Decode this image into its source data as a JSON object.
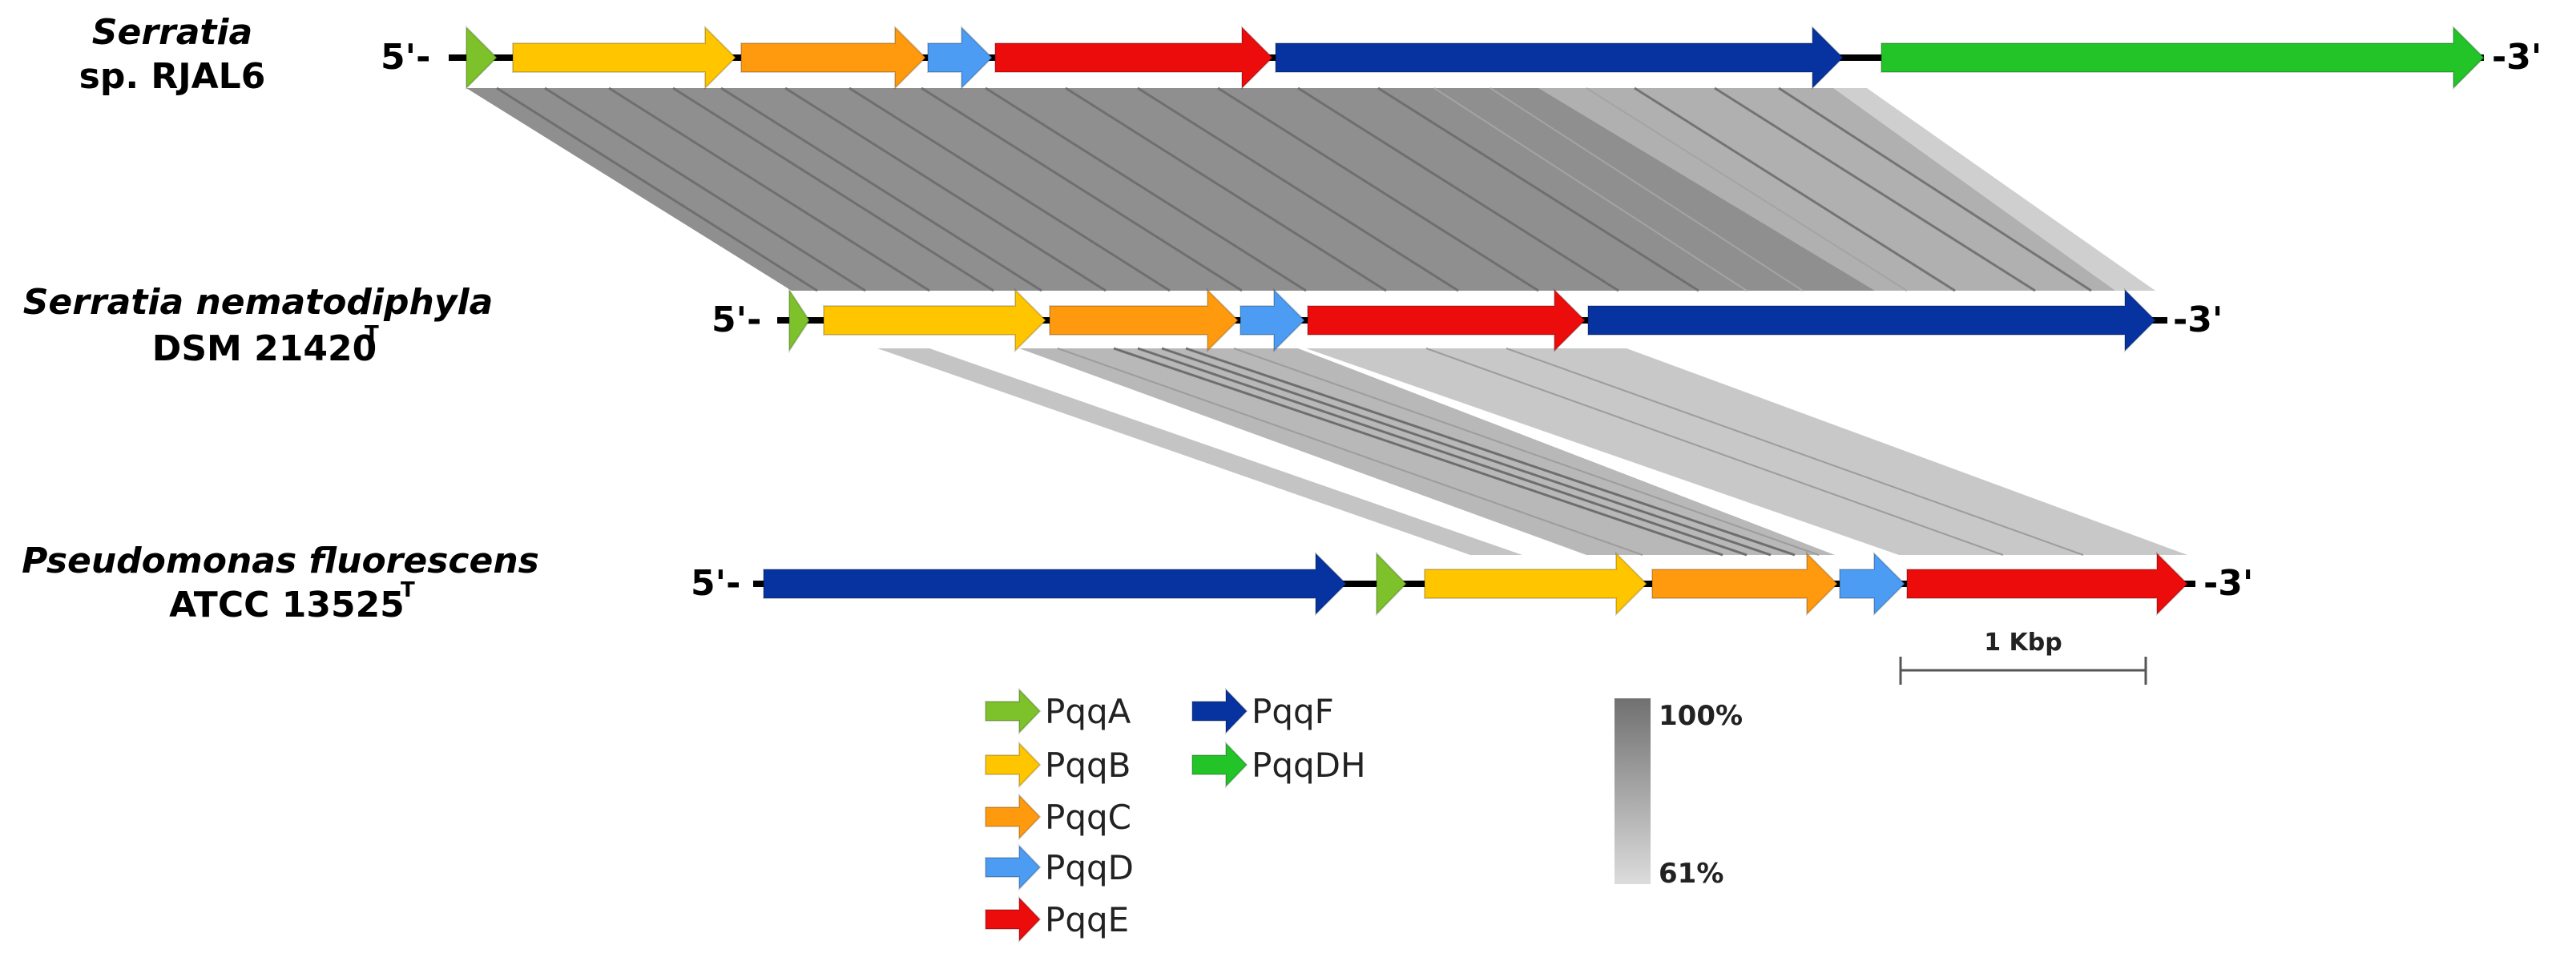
{
  "organisms": [
    {
      "name": "Serratia",
      "strain": "sp. RJAL6",
      "strain_sup": "",
      "five_prime": "5'-",
      "three_prime": "-3'"
    },
    {
      "name": "Serratia nematodiphyla",
      "strain": "DSM 21420",
      "strain_sup": "T",
      "five_prime": "5'-",
      "three_prime": "-3'"
    },
    {
      "name": "Pseudomonas fluorescens",
      "strain": "ATCC 13525",
      "strain_sup": "T",
      "five_prime": "5'-",
      "three_prime": "-3'"
    }
  ],
  "genes": [
    {
      "label": "PqqA",
      "color": "#7dc22a"
    },
    {
      "label": "PqqB",
      "color": "#ffc600"
    },
    {
      "label": "PqqC",
      "color": "#ff9a0e"
    },
    {
      "label": "PqqD",
      "color": "#4b9cf2"
    },
    {
      "label": "PqqE",
      "color": "#ec0c0c"
    },
    {
      "label": "PqqF",
      "color": "#0733a0"
    },
    {
      "label": "PqqDH",
      "color": "#22c428"
    }
  ],
  "scale_bar": {
    "label": "1 Kbp"
  },
  "identity_gradient": {
    "max_label": "100%",
    "min_label": "61%",
    "max_color": "#707070",
    "min_color": "#dcdcdc"
  }
}
